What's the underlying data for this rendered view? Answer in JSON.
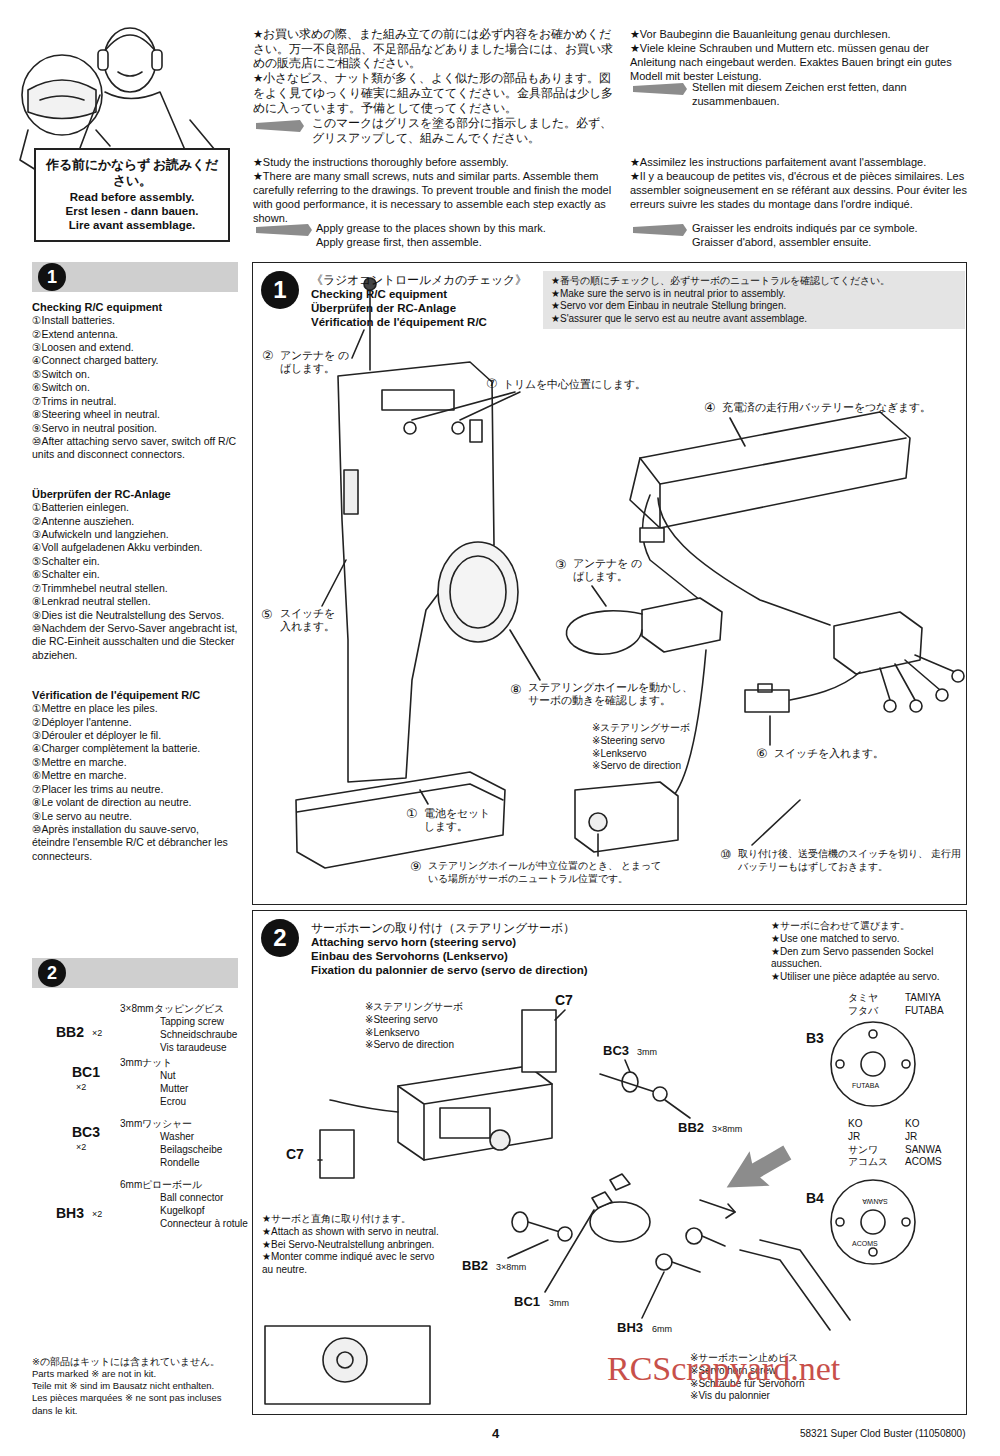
{
  "diagram": {
    "nodes": [
      {
        "text": [
          "作る前にかならず お読みください。",
          "Read before assembly.",
          "Erst lesen - dann bauen.",
          "Lire avant assemblage."
        ]
      },
      {
        "text": [
          "1"
        ]
      },
      {
        "text": [
          "1",
          "《ラジオコントロールメカのチェック》",
          "Checking R/C equipment",
          "Überprüfen der RC-Anlage",
          "Vérification de l'équipement R/C"
        ]
      },
      {
        "text": [
          "★番号の順にチェックし、必ずサーボのニュートラルを確認してください。",
          "★Make sure the servo is in neutral prior to assembly.",
          "★Servo vor dem Einbau in neutrale Stellung bringen.",
          "★S'assurer que le servo est au neutre avant assemblage."
        ],
        "in": 2
      },
      {
        "text": [
          "2"
        ]
      },
      {
        "text": [
          "2",
          "サーボホーンの取り付け（ステアリングサーボ）",
          "Attaching servo horn (steering servo)",
          "Einbau des Servohorns (Lenkservo)",
          "Fixation du palonnier de servo (servo de direction)"
        ]
      }
    ],
    "labels": [
      "★お買い求めの際、また組み立ての前には必ず内容をお確かめください。万一不良部品、不足部品などありました場合には、お買い求めの販売店にご相談ください。",
      "★小さなビス、ナット類が多く、よく似た形の部品もあります。図をよく見てゆっくり確実に組み立ててください。金具部品は少し多めに入っています。予備として使ってください。",
      "このマークはグリスを塗る部分に指示しました。必ず、グリスアップして、組みこんでください。",
      "★Study the instructions thoroughly before assembly.",
      "★There are many small screws, nuts and similar parts. Assemble them carefully referring to the drawings. To prevent trouble and finish the model with good performance, it is necessary to assemble each step exactly as shown.",
      "Apply grease to the places shown by this mark.",
      "Apply grease first, then assemble.",
      "★Vor Baubeginn die Bauanleitung genau durchlesen.",
      "★Viele kleine Schrauben und Muttern etc. müssen genau der Anleitung nach eingebaut werden. Exaktes Bauen bringt ein gutes Modell mit bester Leistung.",
      "Stellen mit diesem Zeichen erst fetten, dann zusammenbauen.",
      "★Assimilez les instructions parfaitement avant l'assemblage.",
      "★Il y a beaucoup de petites vis, d'écrous et de pièces similaires. Les assembler soigneusement en se référant aux dessins. Pour éviter les erreurs suivre les stades du montage dans l'ordre indiqué.",
      "Graisser les endroits indiqués par ce symbole.",
      "Graisser d'abord, assembler ensuite.",
      "Checking R/C equipment",
      "①Install batteries.",
      "②Extend antenna.",
      "③Loosen and extend.",
      "④Connect charged battery.",
      "⑤Switch on.",
      "⑥Switch on.",
      "⑦Trims in neutral.",
      "⑧Steering wheel in neutral.",
      "⑨Servo in neutral position.",
      "⑩After attaching servo saver, switch off R/C units and disconnect connectors.",
      "Überprüfen der RC-Anlage",
      "①Batterien einlegen.",
      "②Antenne ausziehen.",
      "③Aufwickeln und langziehen.",
      "④Voll aufgeladenen Akku verbinden.",
      "⑤Schalter ein.",
      "⑥Schalter ein.",
      "⑦Trimmhebel neutral stellen.",
      "⑧Lenkrad neutral stellen.",
      "⑨Dies ist die Neutralstellung des Servos.",
      "⑩Nachdem der Servo-Saver angebracht ist, die RC-Einheit ausschalten und die Stecker abziehen.",
      "Vérification de l'équipement R/C",
      "①Mettre en place les piles.",
      "②Déployer l'antenne.",
      "③Dérouler et déployer le fil.",
      "④Charger complètement la batterie.",
      "⑤Mettre en marche.",
      "⑥Mettre en marche.",
      "⑦Placer les trims au neutre.",
      "⑧Le volant de direction au neutre.",
      "⑨Le servo au neutre.",
      "⑩Après installation du sauve-servo, éteindre l'ensemble R/C et débrancher les connecteurs.",
      "②",
      "アンテナを のばします。",
      "⑦",
      "トリムを中心位置にします。",
      "④",
      "充電済の走行用バッテリーをつなぎます。",
      "③",
      "アンテナを のばします。",
      "⑤",
      "スイッチを 入れます。",
      "⑧",
      "ステアリングホイールを動かし、 サーボの動きを確認します。",
      "※ステアリングサーボ",
      "※Steering servo",
      "※Lenkservo",
      "※Servo de direction",
      "⑥",
      "スイッチを入れます。",
      "①",
      "電池をセット します。",
      "⑨",
      "ステアリングホイールが中立位置のとき、 とまっている場所がサーボのニュートラル位置です。",
      "⑩",
      "取り付け後、送受信機のスイッチを切り、 走行用バッテリーもはずしておきます。",
      "※ステアリングサーボ",
      "※Steering servo",
      "※Lenkservo",
      "※Servo de direction",
      "C7",
      "BC3",
      "3mm",
      "BB2",
      "3×8mm",
      "C7",
      "★サーボと直角に取り付けます。",
      "★Attach as shown with servo in neutral.",
      "★Bei Servo-Neutralstellung anbringen.",
      "★Monter comme indiqué avec le servo au neutre.",
      "BB2",
      "3×8mm",
      "BC1",
      "3mm",
      "BH3",
      "6mm",
      "※サーボホーン止めビス",
      "※Servo horn screw",
      "※Schraube für Servohorn",
      "※Vis du palonnier",
      "★サーボに合わせて選びます。",
      "★Use one matched to servo.",
      "★Den zum Servo passenden Sockel aussuchen.",
      "★Utiliser une pièce adaptée au servo.",
      "タミヤ",
      "フタバ",
      "TAMIYA",
      "FUTABA",
      "B3",
      "FUTABA",
      "KO",
      "JR",
      "サンワ",
      "アコムス",
      "KO",
      "JR",
      "SANWA",
      "ACOMS",
      "B4",
      "SANWA",
      "ACOMS",
      "BB2",
      "×2",
      "3×8mmタッピングビス",
      "Tapping screw",
      "Schneidschraube",
      "Vis taraudeuse",
      "BC1",
      "×2",
      "3mmナット",
      "Nut",
      "Mutter",
      "Ecrou",
      "BC3",
      "×2",
      "3mmワッシャー",
      "Washer",
      "Beilagscheibe",
      "Rondelle",
      "BH3",
      "×2",
      "6mmピローボール",
      "Ball connector",
      "Kugelkopf",
      "Connecteur à rotule",
      "※の部品はキットには含まれていません。",
      "Parts marked ※ are not in kit.",
      "Teile mit ※ sind im Bausatz nicht enthalten.",
      "Les pièces marquées ※ ne sont pas incluses dans le kit.",
      "4",
      "58321 Super Clod Buster (11050800)",
      "RCScrapyard.net"
    ]
  }
}
